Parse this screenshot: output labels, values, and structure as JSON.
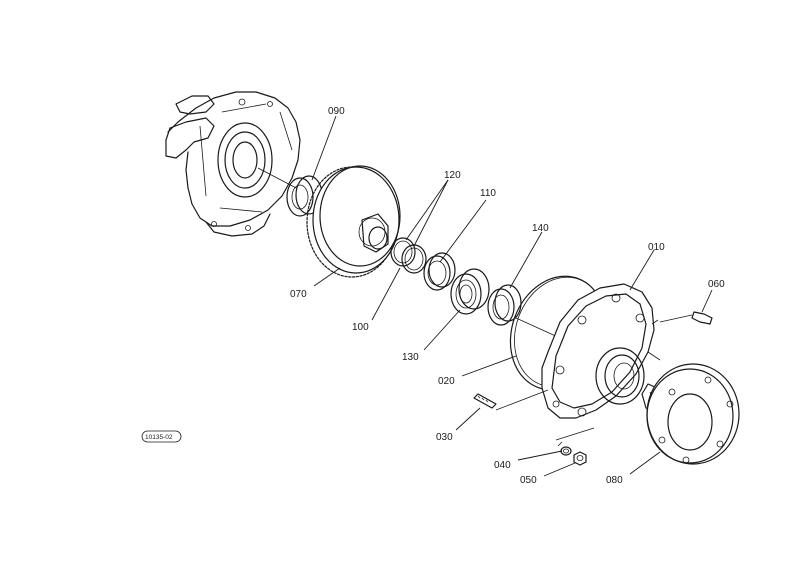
{
  "diagram": {
    "reference_code": "10135-02",
    "parts": [
      {
        "id": "p010",
        "number": "010"
      },
      {
        "id": "p020",
        "number": "020"
      },
      {
        "id": "p030",
        "number": "030"
      },
      {
        "id": "p040",
        "number": "040"
      },
      {
        "id": "p050",
        "number": "050"
      },
      {
        "id": "p060",
        "number": "060"
      },
      {
        "id": "p070",
        "number": "070"
      },
      {
        "id": "p080",
        "number": "080"
      },
      {
        "id": "p090",
        "number": "090"
      },
      {
        "id": "p100",
        "number": "100"
      },
      {
        "id": "p110",
        "number": "110"
      },
      {
        "id": "p120",
        "number": "120"
      },
      {
        "id": "p130",
        "number": "130"
      },
      {
        "id": "p140",
        "number": "140"
      }
    ]
  }
}
